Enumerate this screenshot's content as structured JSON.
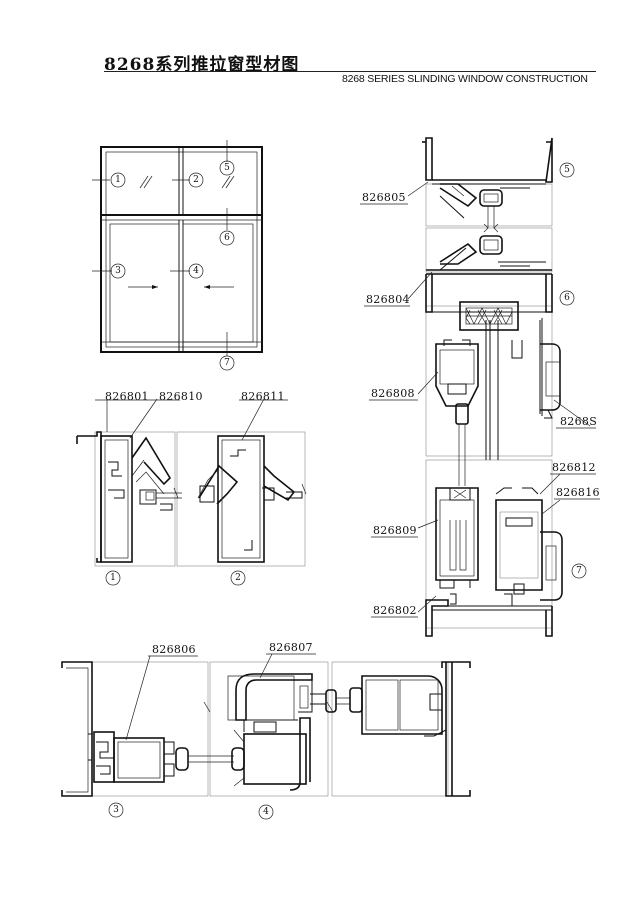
{
  "header": {
    "title_cn": "8268系列推拉窗型材图",
    "title_en": "8268 SERIES SLINDING WINDOW CONSTRUCTION"
  },
  "elevation": {
    "markers": [
      "1",
      "2",
      "5",
      "3",
      "4",
      "6",
      "7"
    ]
  },
  "section_12": {
    "labels": [
      "826801",
      "826810",
      "826811"
    ],
    "markers": [
      "1",
      "2"
    ]
  },
  "section_vertical": {
    "labels": [
      "826805",
      "826804",
      "826808",
      "8268S",
      "826812",
      "826816",
      "826809",
      "826802"
    ],
    "markers": [
      "5",
      "6",
      "7"
    ]
  },
  "section_34": {
    "labels": [
      "826806",
      "826807"
    ],
    "markers": [
      "3",
      "4"
    ]
  }
}
